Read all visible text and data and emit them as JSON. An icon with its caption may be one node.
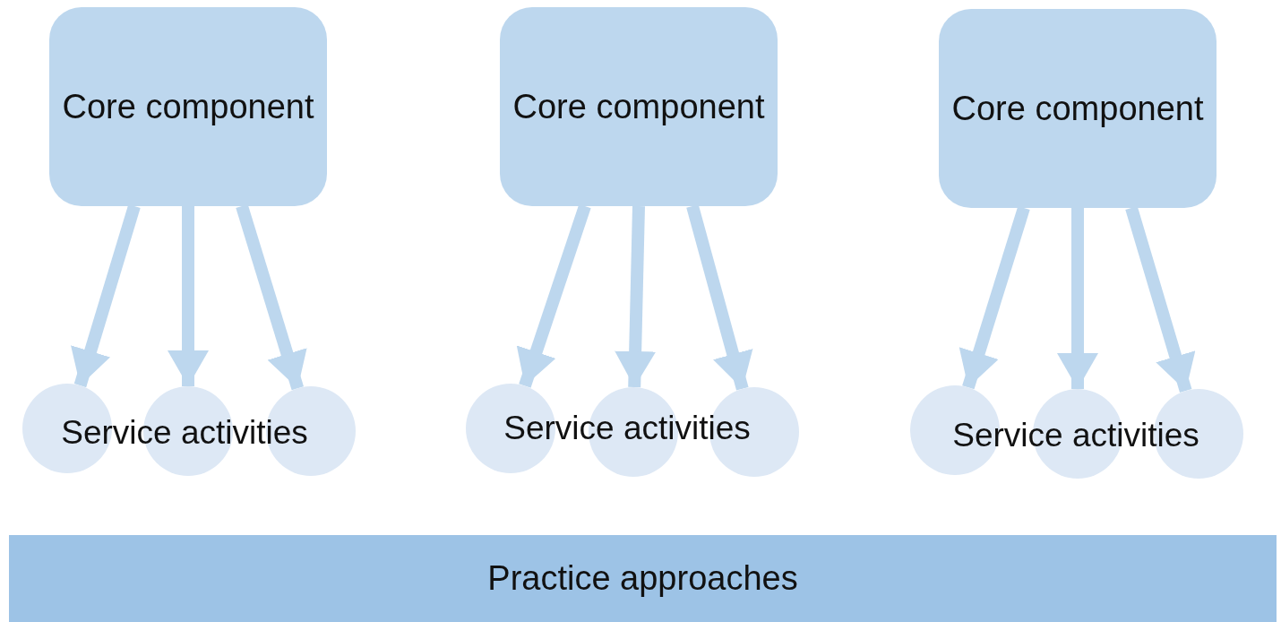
{
  "diagram": {
    "nodes": [
      {
        "text": [
          "Core component"
        ]
      },
      {
        "text": [
          "Core component"
        ]
      },
      {
        "text": [
          "Core component"
        ]
      },
      {
        "text": [],
        "shape": "circle"
      },
      {
        "text": [],
        "shape": "circle"
      },
      {
        "text": [],
        "shape": "circle"
      },
      {
        "text": [],
        "shape": "circle"
      },
      {
        "text": [],
        "shape": "circle"
      },
      {
        "text": [],
        "shape": "circle"
      },
      {
        "text": [],
        "shape": "circle"
      },
      {
        "text": [],
        "shape": "circle"
      },
      {
        "text": [],
        "shape": "circle"
      },
      {
        "text": [
          "Practice approaches"
        ]
      }
    ],
    "edges": [
      {
        "from": 0,
        "to": 3,
        "arrow": "to"
      },
      {
        "from": 0,
        "to": 4,
        "arrow": "to"
      },
      {
        "from": 0,
        "to": 5,
        "arrow": "to"
      },
      {
        "from": 1,
        "to": 6,
        "arrow": "to"
      },
      {
        "from": 1,
        "to": 7,
        "arrow": "to"
      },
      {
        "from": 1,
        "to": 8,
        "arrow": "to"
      },
      {
        "from": 2,
        "to": 9,
        "arrow": "to"
      },
      {
        "from": 2,
        "to": 10,
        "arrow": "to"
      },
      {
        "from": 2,
        "to": 11,
        "arrow": "to"
      }
    ],
    "labels": [
      "Service activities",
      "Service activities",
      "Service activities"
    ]
  }
}
